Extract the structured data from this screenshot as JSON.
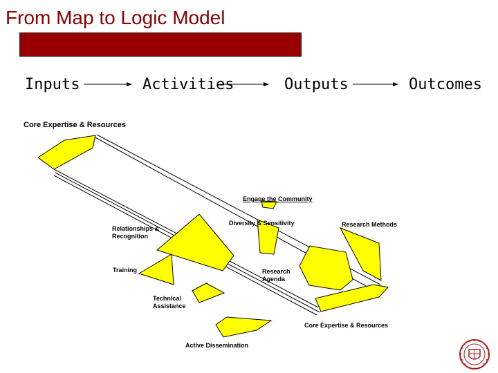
{
  "slide": {
    "title": "From Map to Logic Model"
  },
  "flow": {
    "inputs": "Inputs",
    "activities": "Activities",
    "outputs": "Outputs",
    "outcomes": "Outcomes"
  },
  "map": {
    "core_top": "Core Expertise & Resources",
    "engage": "Engage the Community",
    "diversity": "Diversity & Sensitivity",
    "research_methods": "Research Methods",
    "relationships": "Relationships &\nRecognition",
    "training": "Training",
    "research_agenda": "Research\nAgenda",
    "technical_assistance": "Technical\nAssistance",
    "core_bottom": "Core Expertise & Resources",
    "active_dissemination": "Active Dissemination"
  },
  "colors": {
    "title": "#8b0000",
    "band": "#990000",
    "cluster_fill": "#ffff00"
  }
}
